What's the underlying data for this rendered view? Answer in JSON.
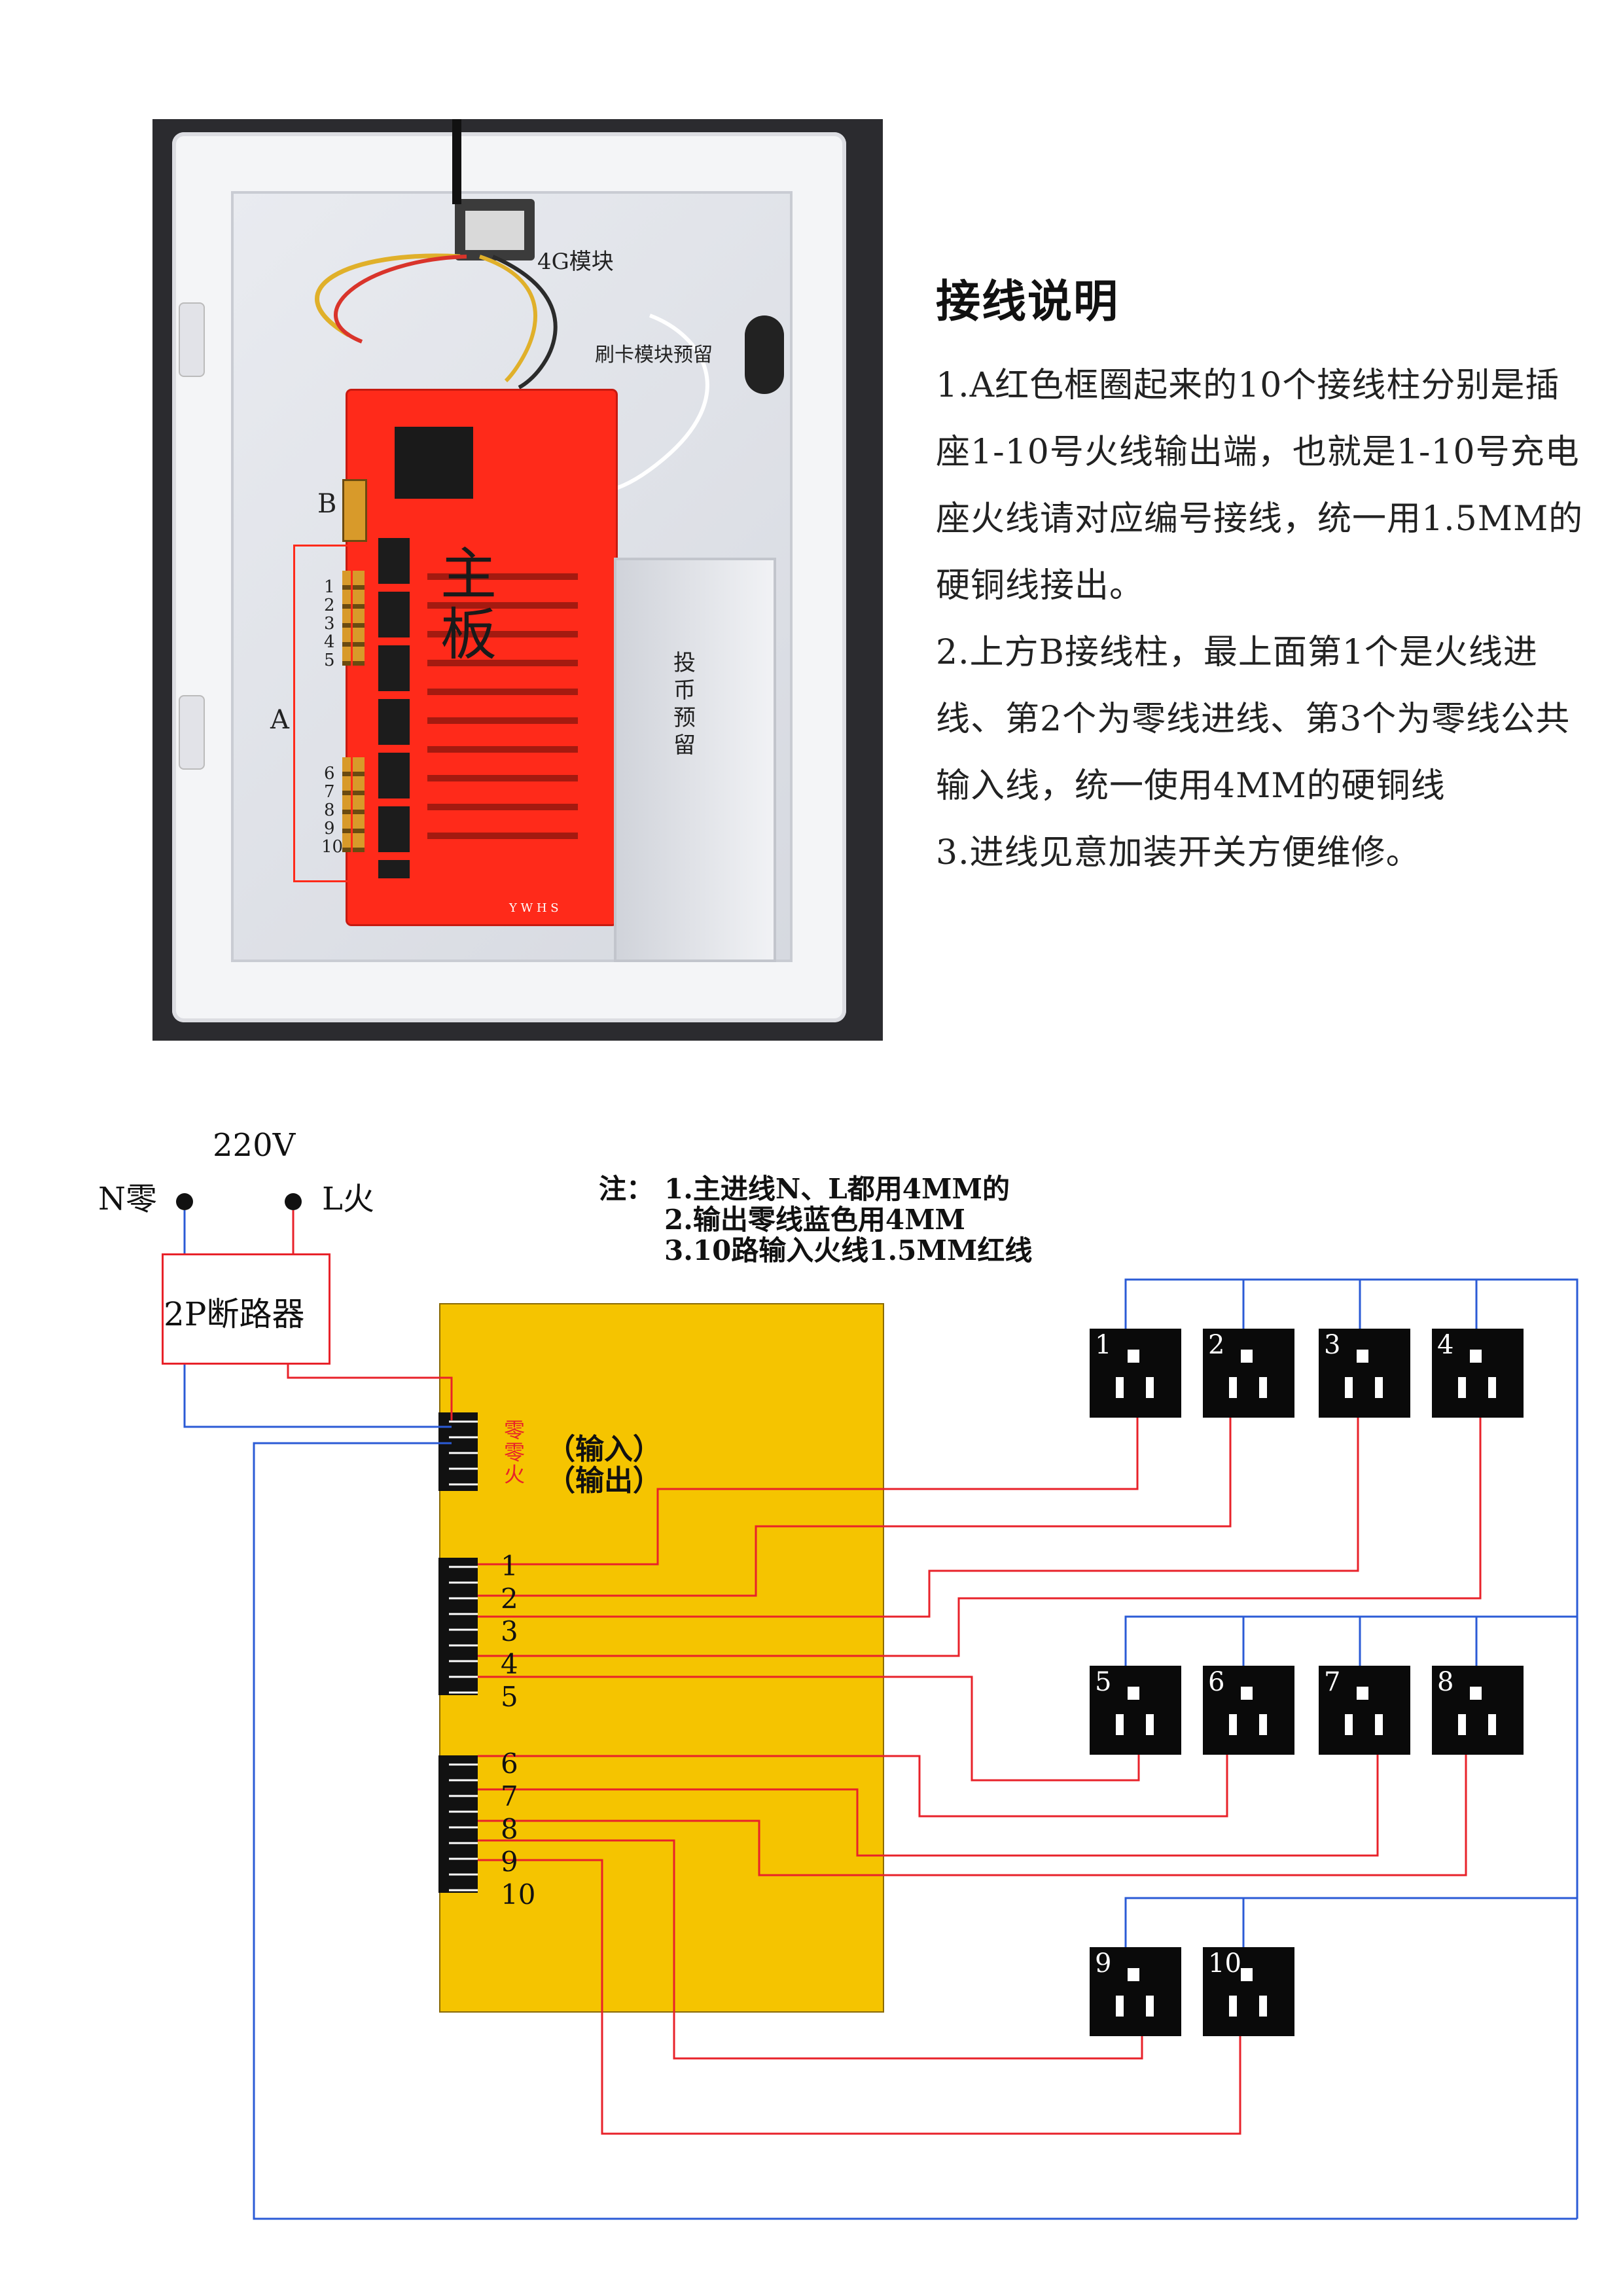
{
  "photo": {
    "labels": {
      "module_4g": "4G模块",
      "card_reserved": "刷卡模块预留",
      "main_board": "主板",
      "coin_reserved": "投币预留",
      "label_b": "B",
      "label_a": "A"
    },
    "terminal_numbers": [
      "1",
      "2",
      "3",
      "4",
      "5",
      "6",
      "7",
      "8",
      "9",
      "10"
    ],
    "board_code": "Y W H S"
  },
  "instructions": {
    "title": "接线说明",
    "paragraphs": [
      "1.A红色框圈起来的10个接线柱分别是插座1-10号火线输出端，也就是1-10号充电座火线请对应编号接线，统一用1.5MM的硬铜线接出。",
      "2.上方B接线柱，最上面第1个是火线进线、第2个为零线进线、第3个为零线公共输入线，统一使用4MM的硬铜线",
      "3.进线见意加装开关方便维修。"
    ]
  },
  "diagram": {
    "voltage": "220V",
    "neutral_label": "N零",
    "live_label": "L火",
    "breaker_label": "2P断路器",
    "notes": {
      "prefix": "注：",
      "lines": [
        "1.主进线N、L都用4MM的",
        "2.输出零线蓝色用4MM",
        "3.10路输入火线1.5MM红线"
      ]
    },
    "terminal_side": [
      "零",
      "零",
      "火"
    ],
    "input_label": "（输入）",
    "output_label": "（输出）",
    "outputs": [
      "1",
      "2",
      "3",
      "4",
      "5",
      "6",
      "7",
      "8",
      "9",
      "10"
    ],
    "sockets": [
      "1",
      "2",
      "3",
      "4",
      "5",
      "6",
      "7",
      "8",
      "9",
      "10"
    ],
    "colors": {
      "board": "#f5c400",
      "live_wire": "#e8222a",
      "neutral_wire": "#2b5bd6",
      "pcb": "#ff2a1a"
    }
  }
}
